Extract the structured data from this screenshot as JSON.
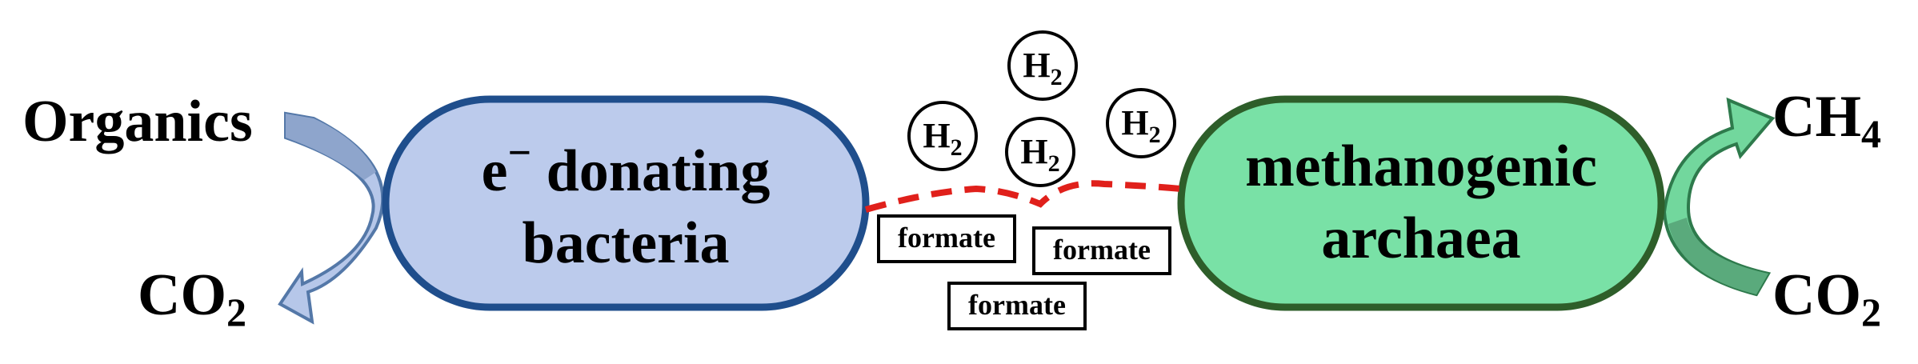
{
  "left": {
    "input": "Organics",
    "output_base": "CO",
    "output_sub": "2",
    "cell": {
      "line1": "e",
      "line1_sup": "−",
      "line1_rest": " donating",
      "line2": "bacteria"
    },
    "colors": {
      "fill": "#bccbec",
      "stroke": "#1f4e8c",
      "arrow_light": "#8ea5cc",
      "arrow_dark": "#c7d5ef"
    }
  },
  "right": {
    "output_base": "CH",
    "output_sub": "4",
    "input_base": "CO",
    "input_sub": "2",
    "cell": {
      "line1": "methanogenic",
      "line2": "archaea"
    },
    "colors": {
      "fill": "#79e1a6",
      "stroke": "#2e5e2a",
      "arrow_light": "#72d79d",
      "arrow_dark": "#5aaa7c"
    }
  },
  "carriers": {
    "h2_base": "H",
    "h2_sub": "2",
    "formate": "formate",
    "connector_color": "#e0201b"
  }
}
